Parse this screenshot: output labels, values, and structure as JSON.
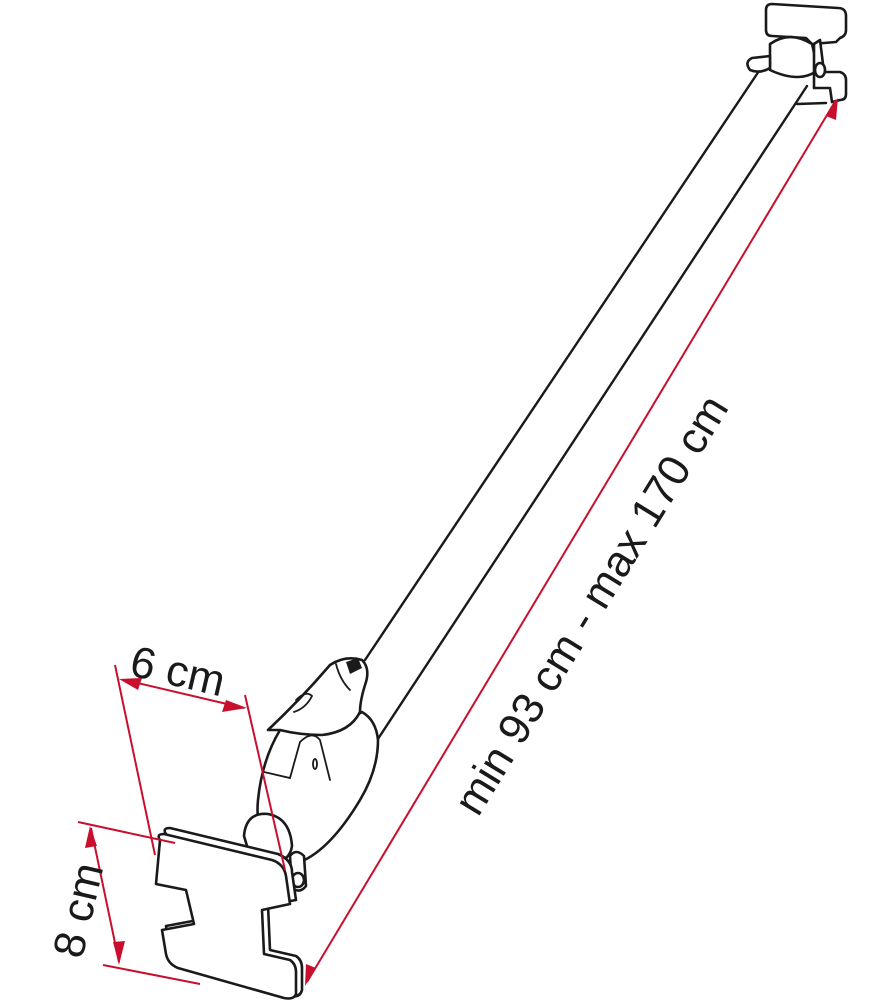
{
  "diagram": {
    "subject": "telescopic awning support rod with end brackets",
    "colors": {
      "line": "#1a1a1a",
      "dimension": "#c8102e",
      "background": "#ffffff"
    },
    "dimensions": {
      "width_label": "6 cm",
      "height_label": "8 cm",
      "length_label": "min 93 cm - max 170 cm"
    }
  }
}
